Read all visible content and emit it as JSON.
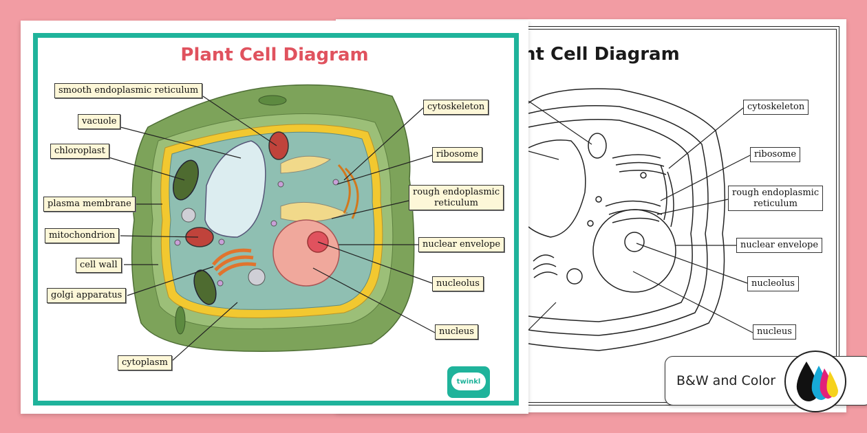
{
  "color_sheet": {
    "title": "Plant Cell Diagram",
    "logo_text": "twinkl",
    "labels": {
      "smooth_er": "smooth endoplasmic reticulum",
      "vacuole": "vacuole",
      "chloroplast": "chloroplast",
      "plasma_membrane": "plasma membrane",
      "mitochondrion": "mitochondrion",
      "cell_wall": "cell wall",
      "golgi": "golgi apparatus",
      "cytoplasm": "cytoplasm",
      "cytoskeleton": "cytoskeleton",
      "ribosome": "ribosome",
      "rough_er_1": "rough endoplasmic",
      "rough_er_2": "reticulum",
      "nuclear_envelope": "nuclear envelope",
      "nucleolus": "nucleolus",
      "nucleus": "nucleus"
    }
  },
  "bw_sheet": {
    "title": "nt Cell Diagram",
    "labels": {
      "cytoskeleton": "cytoskeleton",
      "ribosome": "ribosome",
      "rough_er_1": "rough endoplasmic",
      "rough_er_2": "reticulum",
      "nuclear_envelope": "nuclear envelope",
      "nucleolus": "nucleolus",
      "nucleus": "nucleus"
    }
  },
  "badge": {
    "text": "B&W and Color"
  },
  "colors": {
    "background": "#f29ca3",
    "frame": "#1fb39b",
    "title": "#e0525e",
    "cell_wall": "#7da35a",
    "membrane": "#f2c830",
    "cytoplasm": "#8fbfb2",
    "nucleus": "#f0a89c",
    "label_bg": "#fdf7d8"
  }
}
